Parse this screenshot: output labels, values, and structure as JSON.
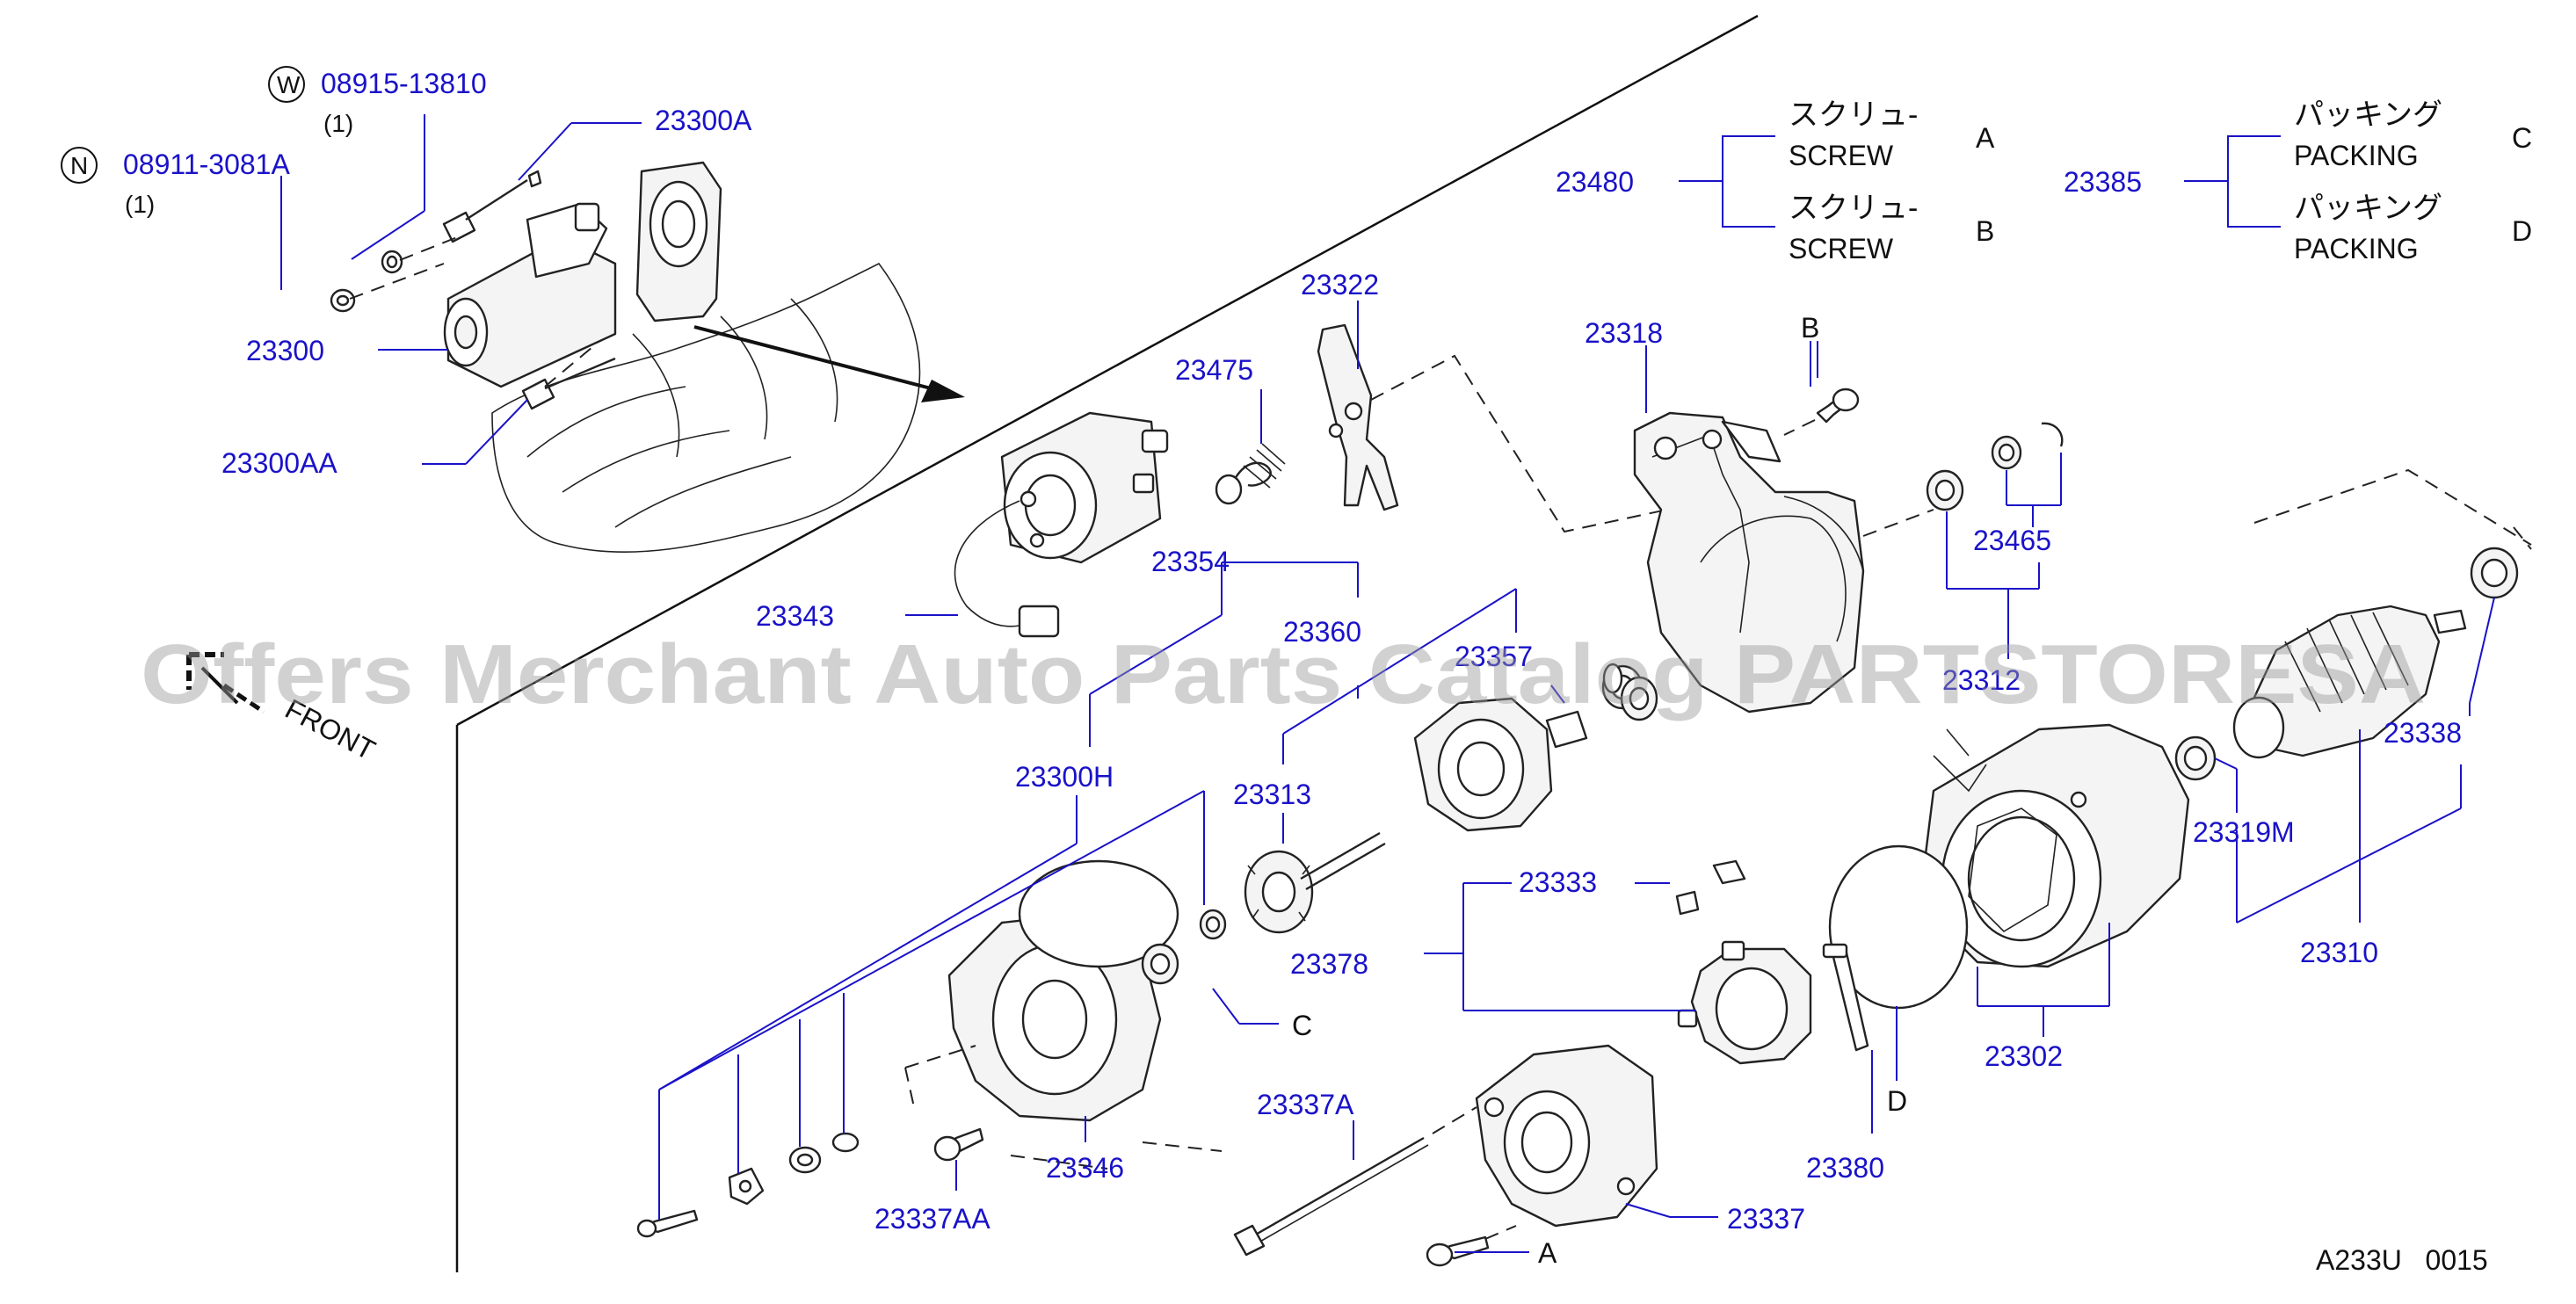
{
  "callouts": {
    "w_symbol": "W",
    "w_part": "08915-13810",
    "w_qty": "(1)",
    "n_symbol": "N",
    "n_part": "08911-3081A",
    "n_qty": "(1)",
    "p23300A": "23300A",
    "p23300": "23300",
    "p23300AA": "23300AA",
    "p23475": "23475",
    "p23322": "23322",
    "p23318": "23318",
    "p23343": "23343",
    "p23354": "23354",
    "p23360": "23360",
    "p23357": "23357",
    "p23312": "23312",
    "p23465": "23465",
    "p23338": "23338",
    "p23319M": "23319M",
    "p23310": "23310",
    "p23300H": "23300H",
    "p23313": "23313",
    "p23378": "23378",
    "p23333": "23333",
    "p23302": "23302",
    "p23380": "23380",
    "p23346": "23346",
    "p23337AA": "23337AA",
    "p23337A": "23337A",
    "p23337": "23337",
    "letter_B_top": "B",
    "letter_C": "C",
    "letter_D": "D",
    "letter_A": "A"
  },
  "legend": {
    "screw_group": "23480",
    "screw_jp_a": "スクリュ-",
    "screw_en_a": "SCREW",
    "screw_letter_a": "A",
    "screw_jp_b": "スクリュ-",
    "screw_en_b": "SCREW",
    "screw_letter_b": "B",
    "packing_group": "23385",
    "packing_jp_c": "パッキング",
    "packing_en_c": "PACKING",
    "packing_letter_c": "C",
    "packing_jp_d": "パッキング",
    "packing_en_d": "PACKING",
    "packing_letter_d": "D"
  },
  "front_label": "FRONT",
  "watermark": "Offers Merchant Auto Parts Catalog PARTSTORESA",
  "diagram_code": "A233U   0015",
  "colors": {
    "part_number": "#1a12c8",
    "line_art": "#222222",
    "watermark": "#9a9a9a"
  }
}
